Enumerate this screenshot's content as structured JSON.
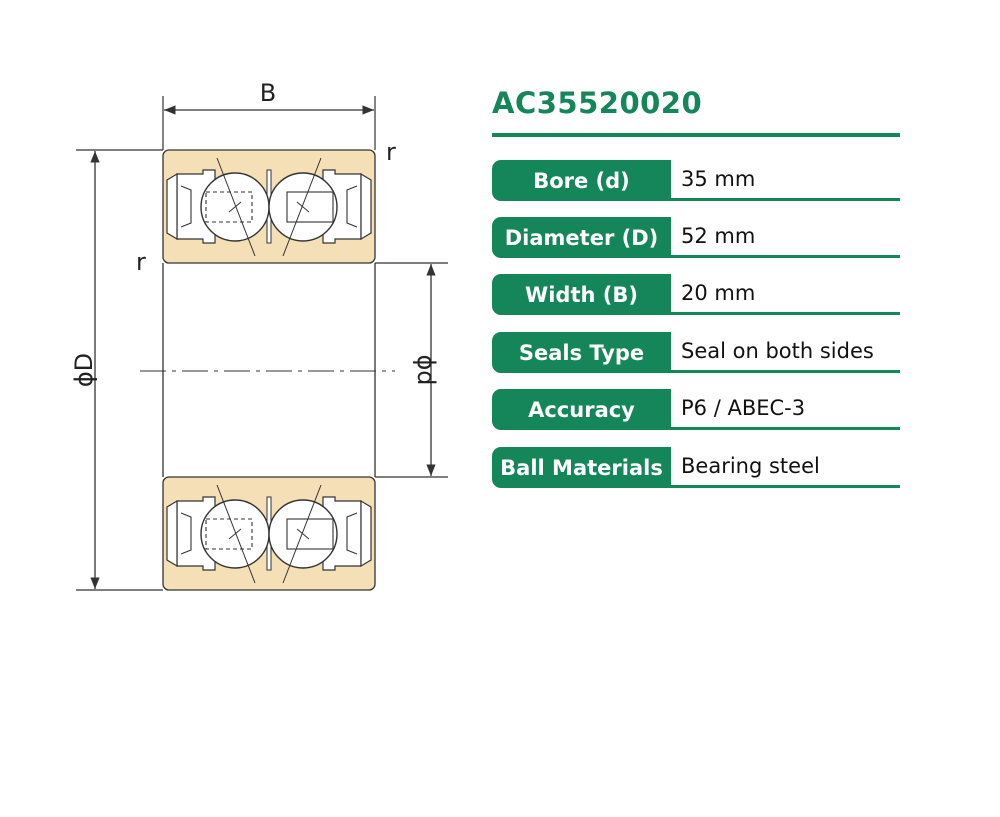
{
  "drawing": {
    "labels": {
      "width": "B",
      "radius_top": "r",
      "radius_left": "r",
      "outer_diameter": "ϕD",
      "bore_diameter": "ϕd"
    },
    "colors": {
      "ring_fill": "#f4dfb6",
      "line": "#333333"
    }
  },
  "spec": {
    "title": "AC35520020",
    "colors": {
      "accent": "#15855a",
      "value_text": "#111111"
    },
    "rows": [
      {
        "label": "Bore (d)",
        "value": "35 mm"
      },
      {
        "label": "Diameter (D)",
        "value": "52 mm"
      },
      {
        "label": "Width (B)",
        "value": "20 mm"
      },
      {
        "label": "Seals Type",
        "value": "Seal on both sides"
      },
      {
        "label": "Accuracy",
        "value": "P6 / ABEC-3"
      },
      {
        "label": "Ball Materials",
        "value": "Bearing steel"
      }
    ]
  }
}
